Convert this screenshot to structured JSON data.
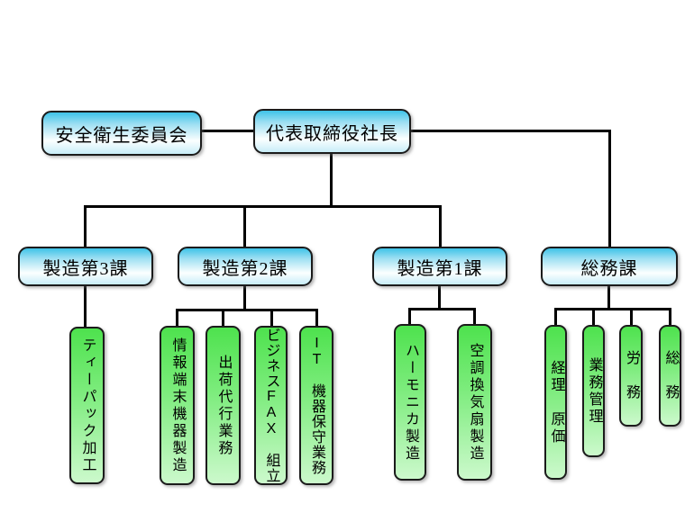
{
  "org": {
    "committee": {
      "label": "安全衛生委員会"
    },
    "president": {
      "label": "代表取締役社長"
    },
    "departments": [
      {
        "label": "製造第3課",
        "children": [
          {
            "label": "ティーパック加工"
          }
        ]
      },
      {
        "label": "製造第2課",
        "children": [
          {
            "label": "情報端末機器製造"
          },
          {
            "label": "出荷代行業務"
          },
          {
            "label": "ビジネスFAX　組立"
          },
          {
            "label": "IT　機器保守業務"
          }
        ]
      },
      {
        "label": "製造第1課",
        "children": [
          {
            "label": "ハーモニカ製造"
          },
          {
            "label": "空調換気扇製造"
          }
        ]
      },
      {
        "label": "総務課",
        "children": [
          {
            "label": "経理　原価"
          },
          {
            "label": "業務管理"
          },
          {
            "label": "労　務"
          },
          {
            "label": "総　務"
          }
        ]
      }
    ],
    "colors": {
      "background": "#ffffff",
      "line": "#000000",
      "box_border": "#1b1b1b",
      "cyan_top": "#3ec3e8",
      "cyan_bottom": "#c8edf8",
      "green_top": "#4ee24e",
      "green_bottom": "#ccf9cc"
    }
  }
}
